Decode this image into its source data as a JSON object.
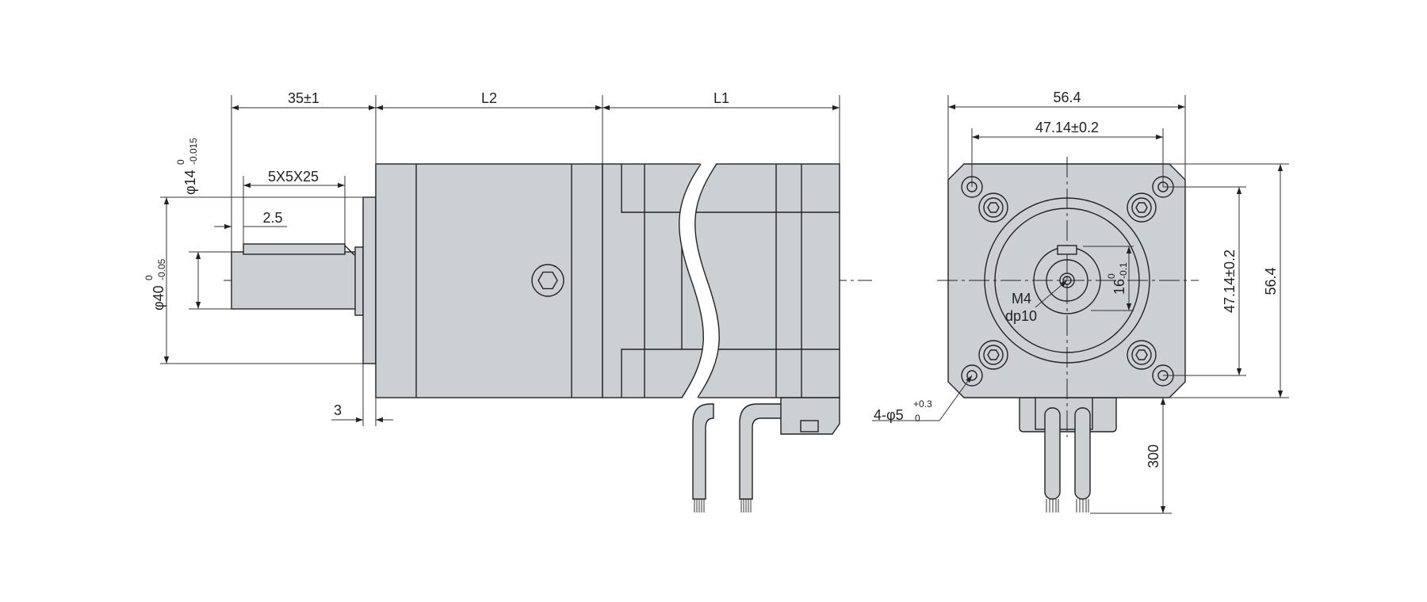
{
  "side_view": {
    "dimensions": {
      "shaft_length": "35±1",
      "gearbox_length": "L2",
      "motor_length": "L1",
      "key": "5X5X25",
      "key_offset": "2.5",
      "flange_thickness": "3",
      "pilot_diameter": "φ40",
      "pilot_tolerance_upper": "0",
      "pilot_tolerance_lower": "-0.05",
      "shaft_diameter": "φ14",
      "shaft_tolerance_upper": "0",
      "shaft_tolerance_lower": "-0.015"
    }
  },
  "front_view": {
    "dimensions": {
      "overall_width": "56.4",
      "bolt_spacing_horizontal": "47.14±0.2",
      "bolt_spacing_vertical": "47.14±0.2",
      "overall_height": "56.4",
      "lead_length": "300",
      "center_thread": "M4",
      "thread_depth": "dp10",
      "key_height": "16",
      "key_tolerance_upper": "0",
      "key_tolerance_lower": "-0.1",
      "mounting_holes": "4-φ5",
      "hole_tolerance_upper": "+0.3",
      "hole_tolerance_lower": "0"
    }
  },
  "colors": {
    "body_fill": "#cdd0d2",
    "line": "#222222"
  }
}
